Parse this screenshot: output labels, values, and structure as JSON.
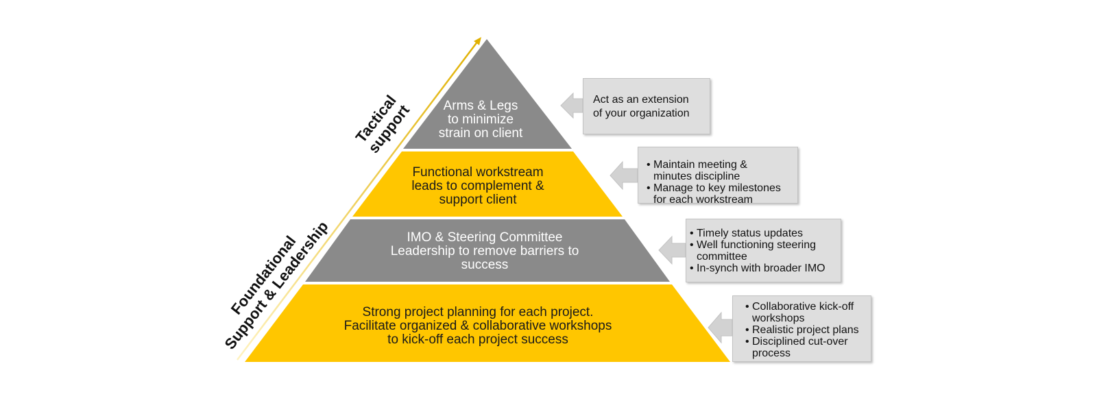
{
  "colors": {
    "gray_tier": "#8a8a8a",
    "gold_tier": "#ffc600",
    "arrow_line": "#e6b800",
    "callout_fill": "#dedede",
    "chevron_fill": "#d2d2d2"
  },
  "side_labels": {
    "tactical": [
      "Tactical",
      "support"
    ],
    "foundational": [
      "Foundational",
      "Support & Leadership"
    ]
  },
  "tiers": [
    {
      "lines": [
        "Arms & Legs",
        "to minimize",
        "strain on client"
      ]
    },
    {
      "lines": [
        "Functional workstream",
        "leads to complement &",
        "support client"
      ]
    },
    {
      "lines": [
        "IMO & Steering Committee",
        "Leadership to remove barriers to",
        "success"
      ]
    },
    {
      "lines": [
        "Strong project planning for each project.",
        "Facilitate organized & collaborative workshops",
        "to kick-off each project success"
      ]
    }
  ],
  "callouts": [
    {
      "lines": [
        "Act as an extension",
        "of your organization"
      ]
    },
    {
      "items": [
        {
          "lines": [
            "Maintain meeting &",
            "minutes discipline"
          ]
        },
        {
          "lines": [
            "Manage to key milestones",
            "for each workstream"
          ]
        }
      ]
    },
    {
      "items": [
        {
          "lines": [
            "Timely status updates"
          ]
        },
        {
          "lines": [
            "Well functioning steering",
            "committee"
          ]
        },
        {
          "lines": [
            "In-synch with broader IMO"
          ]
        }
      ]
    },
    {
      "items": [
        {
          "lines": [
            "Collaborative kick-off",
            "workshops"
          ]
        },
        {
          "lines": [
            "Realistic project plans"
          ]
        },
        {
          "lines": [
            "Disciplined cut-over",
            "process"
          ]
        }
      ]
    }
  ]
}
